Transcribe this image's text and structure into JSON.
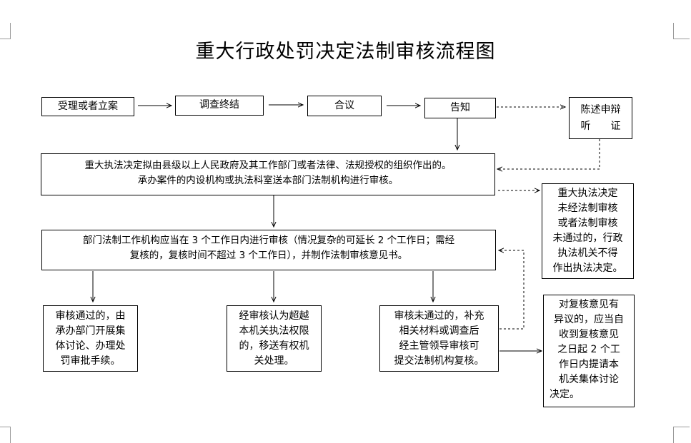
{
  "title": "重大行政处罚决定法制审核流程图",
  "steps": {
    "accept": "受理或者立案",
    "investigate": "调查终结",
    "discuss": "合议",
    "notify": "告知",
    "statement": [
      "陈述申辩",
      "听　　证"
    ]
  },
  "main_desc": [
    "重大执法决定拟由县级以上人民政府及其工作部门或者法律、法规授权的组织作出的。",
    "承办案件的内设机构或执法科室送本部门法制机构进行审核。"
  ],
  "note_unreviewed": [
    "重大执法决定",
    "未经法制审核",
    "或者法制审核",
    "未通过的，行政",
    "执法机关不得",
    "作出执法决定。"
  ],
  "review": [
    "部门法制工作机构应当在 3 个工作日内进行审核（情况复杂的可延长 2 个工作日；需经",
    "复核的，复核时间不超过 3 个工作日），并制作法制审核意见书。"
  ],
  "outcomes": {
    "pass": [
      "审核通过的，由",
      "承办部门开展集",
      "体讨论、办理处",
      "罚审批手续。"
    ],
    "exceed": [
      "经审核认为超越",
      "本机关执法权限",
      "的，移送有权机",
      "关处理。"
    ],
    "fail": [
      "审核未通过的，补充",
      "相关材料或调查后",
      "经主管领导审核可",
      "提交法制机构复核。"
    ],
    "objection": [
      "对复核意见有",
      "异议的，应当自",
      "收到复核意见",
      "之日起 2 个工",
      "作日内提请本",
      "机关集体讨论",
      "决定。"
    ]
  }
}
